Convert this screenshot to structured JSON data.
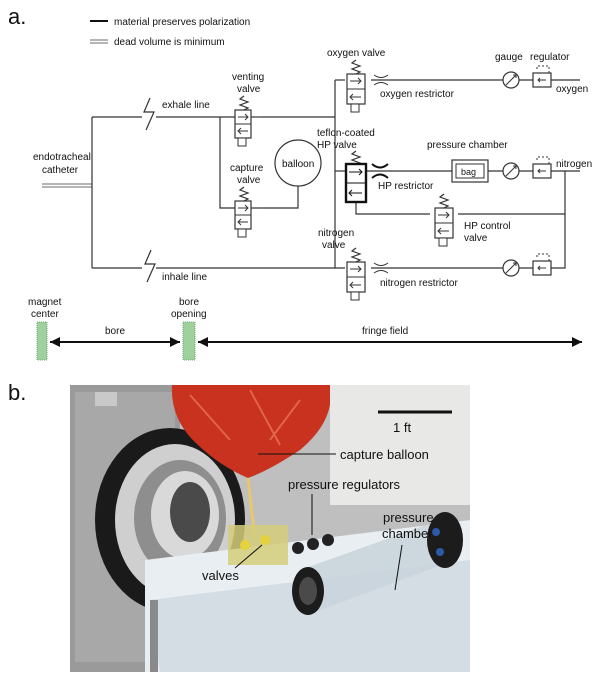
{
  "panel_a": {
    "label": "a.",
    "legend": {
      "solid": "material preserves polarization",
      "double": "dead volume is minimum"
    },
    "labels": {
      "exhale_line": "exhale line",
      "inhale_line": "inhale line",
      "endotracheal": "endotracheal",
      "catheter": "catheter",
      "venting": "venting",
      "venting_valve": "valve",
      "balloon": "balloon",
      "capture": "capture",
      "capture_valve": "valve",
      "oxygen_valve": "oxygen valve",
      "oxygen_restrictor": "oxygen restrictor",
      "gauge": "gauge",
      "regulator": "regulator",
      "oxygen": "oxygen",
      "teflon1": "teflon-coated",
      "teflon2": "HP valve",
      "pressure_chamber": "pressure chamber",
      "bag": "bag",
      "nitrogen": "nitrogen",
      "hp_restrictor": "HP restrictor",
      "hp_control1": "HP control",
      "hp_control2": "valve",
      "nitrogen_valve1": "nitrogen",
      "nitrogen_valve2": "valve",
      "nitrogen_restrictor": "nitrogen restrictor",
      "magnet1": "magnet",
      "magnet2": "center",
      "bore_opening1": "bore",
      "bore_opening2": "opening",
      "bore": "bore",
      "fringe_field": "fringe field"
    }
  },
  "panel_b": {
    "label": "b.",
    "scale": "1 ft",
    "capture_balloon": "capture balloon",
    "pressure_regulators": "pressure regulators",
    "pressure_chamber1": "pressure",
    "pressure_chamber2": "chamber",
    "valves": "valves"
  },
  "colors": {
    "balloon_red": "#c8321e",
    "marker_green": "#7fbf7f"
  }
}
